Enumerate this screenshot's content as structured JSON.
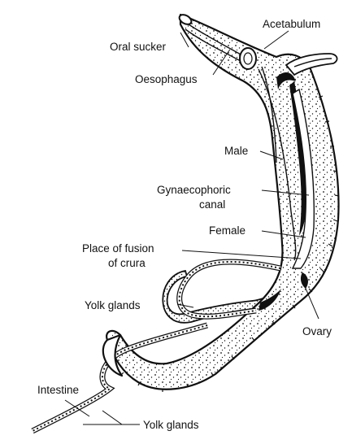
{
  "labels": {
    "oral_sucker": "Oral sucker",
    "acetabulum": "Acetabulum",
    "oesophagus": "Oesophagus",
    "male": "Male",
    "gynaecophoric_line1": "Gynaecophoric",
    "gynaecophoric_line2": "canal",
    "female": "Female",
    "fusion_line1": "Place of fusion",
    "fusion_line2": "of crura",
    "yolk_glands_upper": "Yolk glands",
    "ovary": "Ovary",
    "intestine": "Intestine",
    "yolk_glands_lower": "Yolk glands"
  },
  "colors": {
    "ink": "#111111",
    "background": "#ffffff"
  }
}
